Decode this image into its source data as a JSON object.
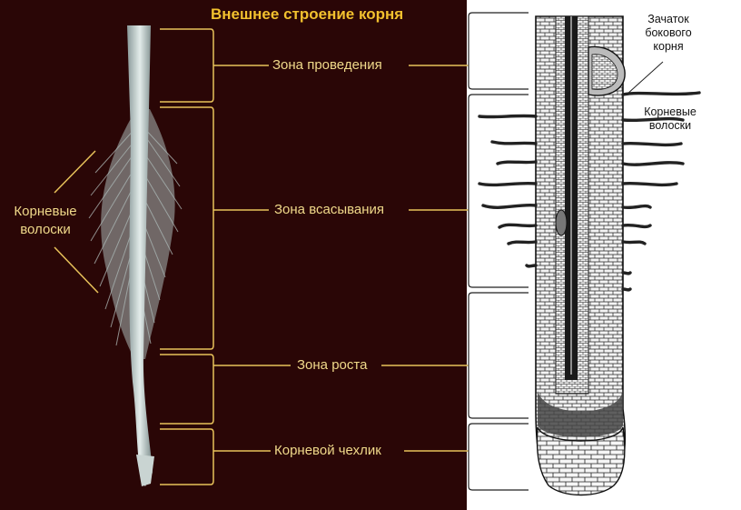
{
  "title": "Внешнее строение  корня",
  "left_labels": {
    "root_hairs": [
      "Корневые",
      "волоски"
    ]
  },
  "zones": [
    {
      "id": "conduction",
      "label": "Зона проведения"
    },
    {
      "id": "absorption",
      "label": "Зона всасывания"
    },
    {
      "id": "growth",
      "label": "Зона роста"
    },
    {
      "id": "cap",
      "label": "Корневой чехлик"
    }
  ],
  "right_labels": {
    "lateral_root": [
      "Зачаток",
      "бокового",
      "корня"
    ],
    "root_hairs": [
      "Корневые",
      "волоски"
    ]
  },
  "colors": {
    "left_background": "#2a0606",
    "title": "#f2c12e",
    "label": "#f0d98a",
    "bracket": "#e8c25a",
    "right_background": "#ffffff"
  }
}
